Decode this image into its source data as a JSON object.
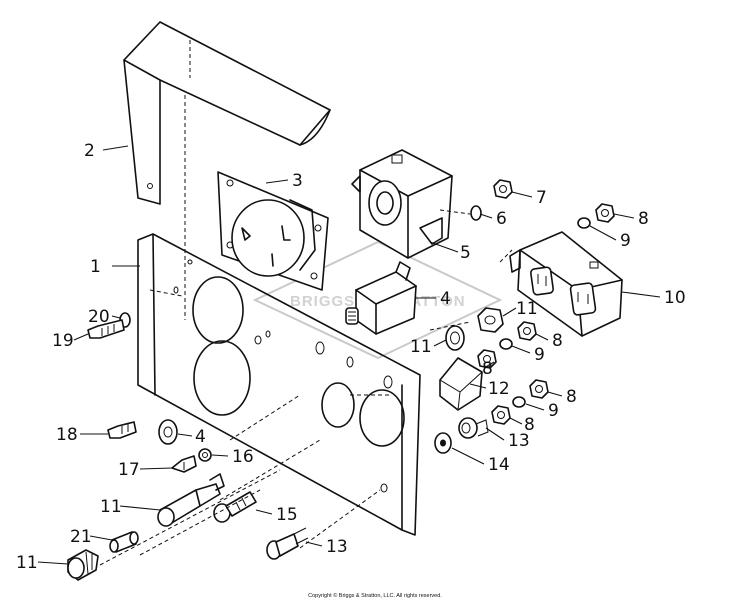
{
  "callouts": {
    "c1": "1",
    "c2": "2",
    "c3": "3",
    "c4a": "4",
    "c4b": "4",
    "c5": "5",
    "c6": "6",
    "c7": "7",
    "c8a": "8",
    "c8b": "8",
    "c8c": "8",
    "c8d": "8",
    "c8e": "8",
    "c9a": "9",
    "c9b": "9",
    "c9c": "9",
    "c10": "10",
    "c11a": "11",
    "c11b": "11",
    "c11c": "11",
    "c11d": "11",
    "c12": "12",
    "c13a": "13",
    "c13b": "13",
    "c14": "14",
    "c15": "15",
    "c16": "16",
    "c17": "17",
    "c18": "18",
    "c19": "19",
    "c20": "20",
    "c21": "21"
  },
  "watermark": "BRIGGS & STRATTON",
  "copyright": "Copyright © Briggs & Stratton, LLC. All rights reserved."
}
